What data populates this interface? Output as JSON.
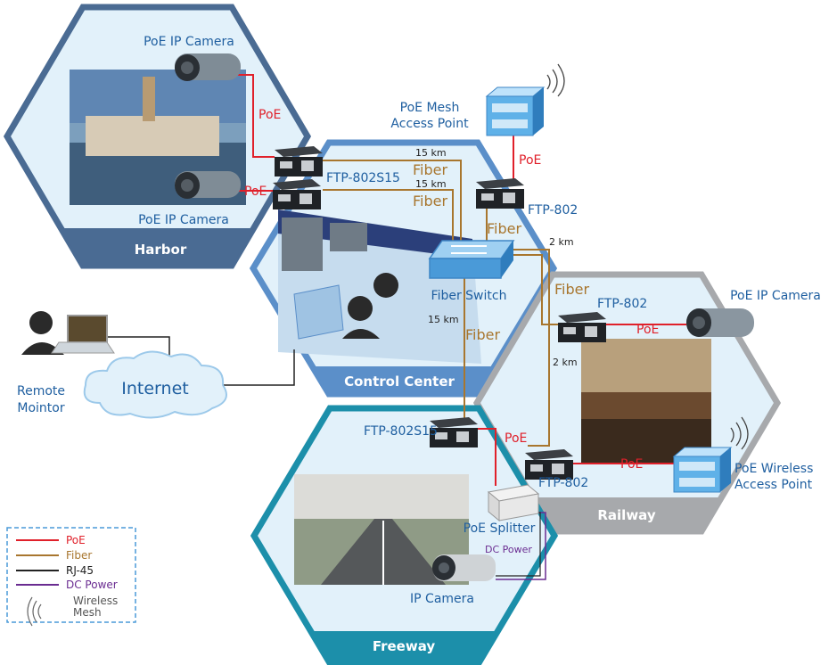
{
  "zones": {
    "harbor": "Harbor",
    "control_center": "Control Center",
    "railway": "Railway",
    "freeway": "Freeway"
  },
  "devices": {
    "harbor_cam_top": "PoE IP Camera",
    "harbor_cam_bottom": "PoE IP Camera",
    "mesh_ap_line1": "PoE Mesh",
    "mesh_ap_line2": "Access Point",
    "ftp_802s15_harbor": "FTP-802S15",
    "ftp_802_mesh": "FTP-802",
    "fiber_switch": "Fiber Switch",
    "ftp_802_railway_top": "FTP-802",
    "railway_cam": "PoE IP Camera",
    "ftp_802_railway_bottom": "FTP-802",
    "wireless_ap_line1": "PoE Wireless",
    "wireless_ap_line2": "Access Point",
    "ftp_802s15_freeway": "FTP-802S15",
    "poe_splitter": "PoE Splitter",
    "ip_camera": "IP Camera",
    "remote_monitor_line1": "Remote",
    "remote_monitor_line2": "Mointor",
    "internet": "Internet"
  },
  "links": {
    "poe": "PoE",
    "fiber": "Fiber",
    "dc_power": "DC Power",
    "dist_15km": "15 km",
    "dist_2km": "2 km"
  },
  "legend": {
    "items": [
      "PoE",
      "Fiber",
      "RJ-45",
      "DC Power"
    ],
    "wireless_line1": "Wireless",
    "wireless_line2": "Mesh"
  },
  "colors": {
    "poe": "#e0202a",
    "fiber": "#a8762e",
    "rj45": "#222222",
    "dc_power": "#6a2c91",
    "harbor_frame": "#4a6b93",
    "control_frame": "#5b8fc9",
    "railway_frame": "#a7a9ac",
    "freeway_frame": "#1c8faa",
    "hex_fill": "#e2f1fa"
  }
}
